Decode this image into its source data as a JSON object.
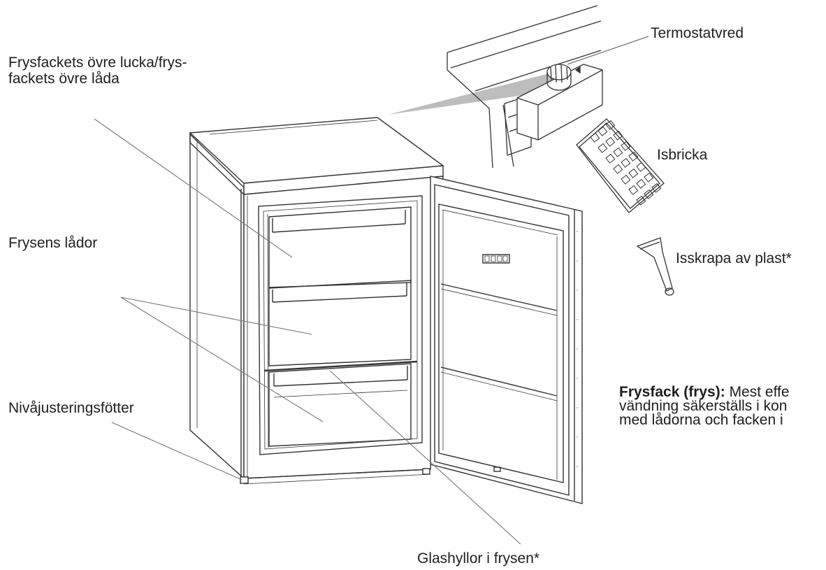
{
  "labels": {
    "top_lid": "Frysfackets övre lucka/frys-\nfackets övre låda",
    "thermostat": "Termostatvred",
    "ice_tray": "Isbricka",
    "drawers": "Frysens lådor",
    "scraper": "Isskrapa av plast*",
    "feet": "Nivåjusteringsfötter",
    "shelves": "Glashyllor i frysen*"
  },
  "note": {
    "bold": "Frysfack (frys):",
    "line1_rest": " Mest effe",
    "line2": "vändning säkerställs i kon",
    "line3": "med lådorna och facken i"
  },
  "colors": {
    "line": "#333333",
    "callout": "#777777",
    "highlight": "#bbbbbb"
  }
}
